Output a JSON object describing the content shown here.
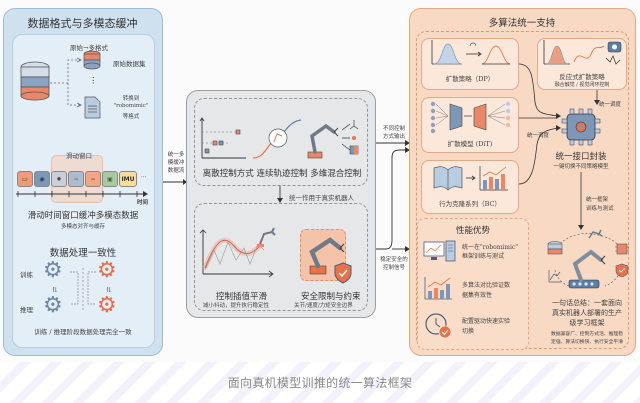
{
  "left_panel": {
    "title": "数据格式与多模态缓冲",
    "format": {
      "header": "原始→多格式",
      "raw_label": "原始数据集",
      "dots": "⋮",
      "convert_line1": "转换到",
      "convert_line2": "\"robomimic\"",
      "convert_line3": "等格式"
    },
    "window": {
      "label": "滑动窗口",
      "sensors": [
        "camera",
        "lidar",
        "chip",
        "signal",
        "signal-orange",
        "processor",
        "IMU"
      ],
      "imu_label": "IMU",
      "ellipsis": "···",
      "time_label": "时间",
      "caption": "滑动时间窗口缓冲多模态数据",
      "subcaption": "多模态对齐与缓存"
    },
    "consistency": {
      "title": "数据处理一致性",
      "train_label": "训练",
      "infer_label": "推理",
      "caption": "训练 / 推理阶段数据处理完全一致"
    }
  },
  "arrow_labels": {
    "left_to_mid": [
      "统一多",
      "模缓冲",
      "数据流"
    ],
    "mid_to_right_top": [
      "不同控制",
      "方式输出"
    ],
    "mid_to_right_bottom": [
      "稳定安全的",
      "控制信号"
    ],
    "mid_internal": "统一作用于真实机器人"
  },
  "mid_panel": {
    "control_caption": "离散控制方式 连续轨迹控制 多维混合控制",
    "smooth_title": "控制插值平滑",
    "smooth_sub": "减小抖动，提升执行稳定性",
    "safety_title": "安全限制与约束",
    "safety_sub": "关节/速度/力矩安全边界"
  },
  "right_panel": {
    "title": "多算法统一支持",
    "dp_label": "扩散策略（DP）",
    "reactive_label": "反应式扩散策略",
    "reactive_sub": "融合触觉 / 视觉闭环控制",
    "dit_label": "扩散模型 (DiT)",
    "bc_label": "行为克隆系列（BC）",
    "dispatch_1": "统一调度",
    "dispatch_2": "统一调度",
    "interface_title": "统一接口封装",
    "interface_sub": "一键切换不同策略模型",
    "framework_line1": "统一框架",
    "framework_line2": "训练与测试",
    "advantages": {
      "title": "性能优势",
      "items": [
        {
          "line1": "统一在\"robomimic\"",
          "line2": "框架训练与测试"
        },
        {
          "line1": "多算法对比验证数",
          "line2": "据集有效性"
        },
        {
          "line1": "配置驱动快速实验",
          "line2": "切换"
        }
      ]
    },
    "summary": {
      "line1": "一句话总结：一套面向",
      "line2": "真实机器人部署的生产",
      "line3": "级学习框架",
      "detail1": "数据兼容广、控制方式活、推理稳",
      "detail2": "定强、算法切换快、执行安全平滑"
    }
  },
  "caption": "面向真机模型训推的统一算法框架",
  "colors": {
    "blue_panel": "#cfe1ef",
    "gray_panel": "#e6e7e8",
    "orange_panel": "#f7d9c4",
    "accent_orange": "#e8734a",
    "accent_blue": "#5b7fa8"
  }
}
